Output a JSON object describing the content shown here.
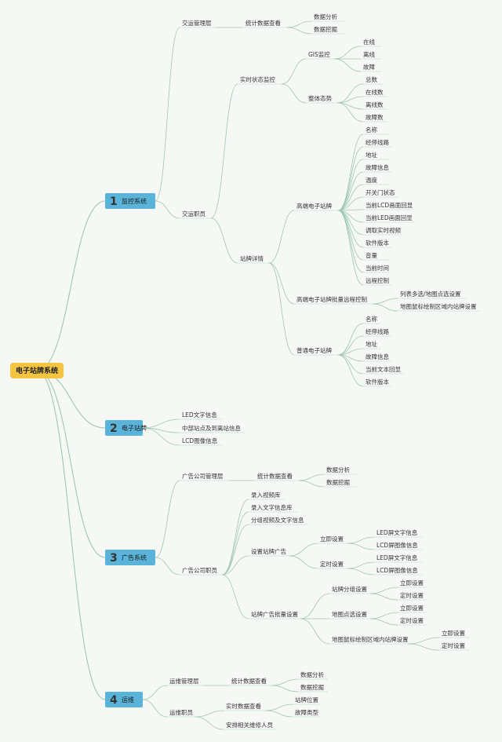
{
  "root": {
    "label": "电子站牌系统"
  },
  "colors": {
    "root": "#f5c542",
    "main": "#5ab4da",
    "line": "#9cc7b0",
    "num1": "#e0245e",
    "num2": "#f2d21b",
    "num3": "#2255cc",
    "num4": "#2a9d3a"
  },
  "branches": [
    {
      "num": "1",
      "label": "监控系统",
      "children": [
        {
          "label": "交运管理层",
          "children": [
            {
              "label": "统计数据查看",
              "children": [
                {
                  "label": "数据分析"
                },
                {
                  "label": "数据挖掘"
                }
              ]
            }
          ]
        },
        {
          "label": "交运职员",
          "children": [
            {
              "label": "实时状态监控",
              "children": [
                {
                  "label": "GIS监控",
                  "children": [
                    {
                      "label": "在线"
                    },
                    {
                      "label": "离线"
                    },
                    {
                      "label": "故障"
                    }
                  ]
                },
                {
                  "label": "整体态势",
                  "children": [
                    {
                      "label": "总数"
                    },
                    {
                      "label": "在线数"
                    },
                    {
                      "label": "离线数"
                    },
                    {
                      "label": "故障数"
                    }
                  ]
                }
              ]
            },
            {
              "label": "站牌详情",
              "children": [
                {
                  "label": "高端电子站牌",
                  "children": [
                    {
                      "label": "名称"
                    },
                    {
                      "label": "经停线路"
                    },
                    {
                      "label": "地址"
                    },
                    {
                      "label": "故障信息"
                    },
                    {
                      "label": "温度"
                    },
                    {
                      "label": "开关门状态"
                    },
                    {
                      "label": "当前LCD画面回显"
                    },
                    {
                      "label": "当前LED画面回显"
                    },
                    {
                      "label": "调取实时视频"
                    },
                    {
                      "label": "软件版本"
                    },
                    {
                      "label": "音量"
                    },
                    {
                      "label": "当前时间"
                    },
                    {
                      "label": "远程控制"
                    }
                  ]
                },
                {
                  "label": "高端电子站牌批量远程控制",
                  "children": [
                    {
                      "label": "列表多选/地图点选设置"
                    },
                    {
                      "label": "地图鼠标绘制区域内站牌设置"
                    }
                  ]
                },
                {
                  "label": "普通电子站牌",
                  "children": [
                    {
                      "label": "名称"
                    },
                    {
                      "label": "经停线路"
                    },
                    {
                      "label": "地址"
                    },
                    {
                      "label": "故障信息"
                    },
                    {
                      "label": "当前文本回显"
                    },
                    {
                      "label": "软件版本"
                    }
                  ]
                }
              ]
            }
          ]
        }
      ]
    },
    {
      "num": "2",
      "label": "电子站牌",
      "children": [
        {
          "label": "LED文字信息"
        },
        {
          "label": "中部站点及到离站信息"
        },
        {
          "label": "LCD图像信息"
        }
      ]
    },
    {
      "num": "3",
      "label": "广告系统",
      "children": [
        {
          "label": "广告公司管理层",
          "children": [
            {
              "label": "统计数据查看",
              "children": [
                {
                  "label": "数据分析"
                },
                {
                  "label": "数据挖掘"
                }
              ]
            }
          ]
        },
        {
          "label": "广告公司职员",
          "children": [
            {
              "label": "录入视频库"
            },
            {
              "label": "录入文字信息库"
            },
            {
              "label": "分组视频及文字信息"
            },
            {
              "label": "设置站牌广告",
              "children": [
                {
                  "label": "立即设置",
                  "children": [
                    {
                      "label": "LED屏文字信息"
                    },
                    {
                      "label": "LCD屏图像信息"
                    }
                  ]
                },
                {
                  "label": "定时设置",
                  "children": [
                    {
                      "label": "LED屏文字信息"
                    },
                    {
                      "label": "LCD屏图像信息"
                    }
                  ]
                }
              ]
            },
            {
              "label": "站牌广告批量设置",
              "children": [
                {
                  "label": "站牌分组设置",
                  "children": [
                    {
                      "label": "立即设置"
                    },
                    {
                      "label": "定时设置"
                    }
                  ]
                },
                {
                  "label": "地图点选设置",
                  "children": [
                    {
                      "label": "立即设置"
                    },
                    {
                      "label": "定时设置"
                    }
                  ]
                },
                {
                  "label": "地图鼠标绘制区域内站牌设置",
                  "children": [
                    {
                      "label": "立即设置"
                    },
                    {
                      "label": "定时设置"
                    }
                  ]
                }
              ]
            }
          ]
        }
      ]
    },
    {
      "num": "4",
      "label": "运维",
      "children": [
        {
          "label": "运维管理层",
          "children": [
            {
              "label": "统计数据查看",
              "children": [
                {
                  "label": "数据分析"
                },
                {
                  "label": "数据挖掘"
                }
              ]
            }
          ]
        },
        {
          "label": "运维职员",
          "children": [
            {
              "label": "实时数据查看",
              "children": [
                {
                  "label": "站牌位置"
                },
                {
                  "label": "故障类型"
                }
              ]
            },
            {
              "label": "安排相关维修人员"
            }
          ]
        }
      ]
    }
  ]
}
